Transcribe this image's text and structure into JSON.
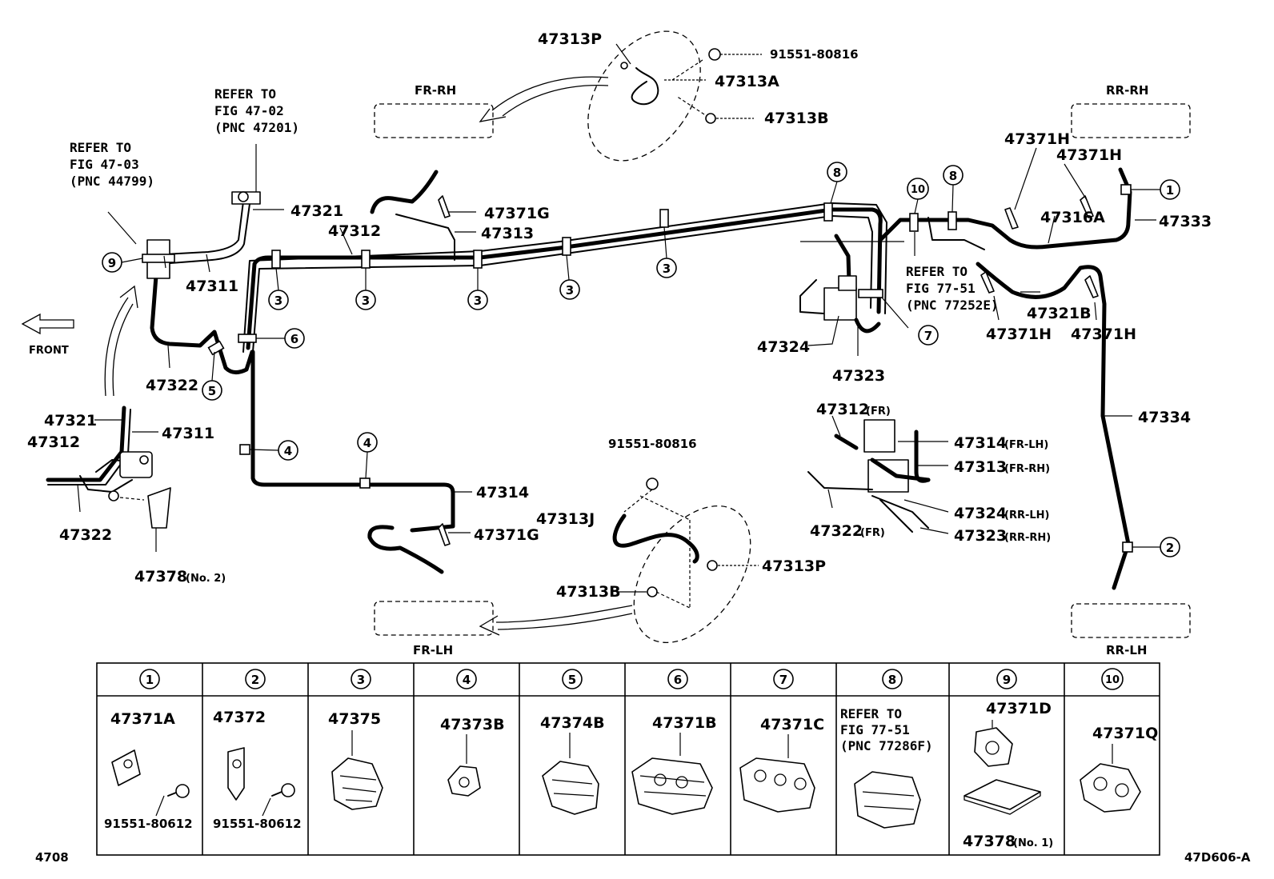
{
  "front_label": "FRONT",
  "corners": {
    "fr_rh": "FR-RH",
    "rr_rh": "RR-RH",
    "fr_lh": "FR-LH",
    "rr_lh": "RR-LH"
  },
  "refs": {
    "ref_47_03": [
      "REFER TO",
      "FIG 47-03",
      "(PNC 44799)"
    ],
    "ref_47_02": [
      "REFER TO",
      "FIG 47-02",
      "(PNC 47201)"
    ],
    "ref_77_51a": [
      "REFER TO",
      "FIG 77-51",
      "(PNC 77252E)"
    ],
    "ref_77_51b": [
      "REFER TO",
      "FIG 77-51",
      "(PNC 77286F)"
    ]
  },
  "labels": {
    "p47313P_top": "47313P",
    "p91551_80816_top": "91551-80816",
    "p47313A": "47313A",
    "p47313B_top": "47313B",
    "p47321": "47321",
    "p47312": "47312",
    "p47371G_top": "47371G",
    "p47313": "47313",
    "p47311": "47311",
    "p47322": "47322",
    "p47371H_a": "47371H",
    "p47371H_b": "47371H",
    "p47316A": "47316A",
    "p47333": "47333",
    "p47321B": "47321B",
    "p47371H_c": "47371H",
    "p47371H_d": "47371H",
    "p47324": "47324",
    "p47323": "47323",
    "p47334": "47334",
    "det_47321": "47321",
    "det_47312": "47312",
    "det_47311": "47311",
    "det_47322": "47322",
    "p47378_no2": "47378",
    "p47378_no2_sfx": "(No. 2)",
    "p47314": "47314",
    "p47371G_bot": "47371G",
    "p91551_80816_bot": "91551-80816",
    "p47313J": "47313J",
    "p47313P_bot": "47313P",
    "p47313B_bot": "47313B",
    "j47312": "47312",
    "j47312_sfx": "(FR)",
    "j47314": "47314",
    "j47314_sfx": "(FR-LH)",
    "j47313": "47313",
    "j47313_sfx": "(FR-RH)",
    "j47322": "47322",
    "j47322_sfx": "(FR)",
    "j47324": "47324",
    "j47324_sfx": "(RR-LH)",
    "j47323": "47323",
    "j47323_sfx": "(RR-RH)"
  },
  "callouts": {
    "c1": "1",
    "c2": "2",
    "c3a": "3",
    "c3b": "3",
    "c3c": "3",
    "c3d": "3",
    "c3e": "3",
    "c4a": "4",
    "c4b": "4",
    "c5": "5",
    "c6": "6",
    "c7": "7",
    "c8a": "8",
    "c8b": "8",
    "c9": "9",
    "c10": "10"
  },
  "table": {
    "headers": [
      "1",
      "2",
      "3",
      "4",
      "5",
      "6",
      "7",
      "8",
      "9",
      "10"
    ],
    "cells": {
      "c1_top": "47371A",
      "c1_bot": "91551-80612",
      "c2_top": "47372",
      "c2_bot": "91551-80612",
      "c3_top": "47375",
      "c4_top": "47373B",
      "c5_top": "47374B",
      "c6_top": "47371B",
      "c7_top": "47371C",
      "c8_ref": [
        "REFER TO",
        "FIG 77-51",
        "(PNC 77286F)"
      ],
      "c9_top": "47371D",
      "c9_bot": "47378",
      "c9_bot_sfx": "(No. 1)",
      "c10_top": "47371Q"
    }
  },
  "footer": {
    "left": "4708",
    "right": "47D606-A"
  }
}
